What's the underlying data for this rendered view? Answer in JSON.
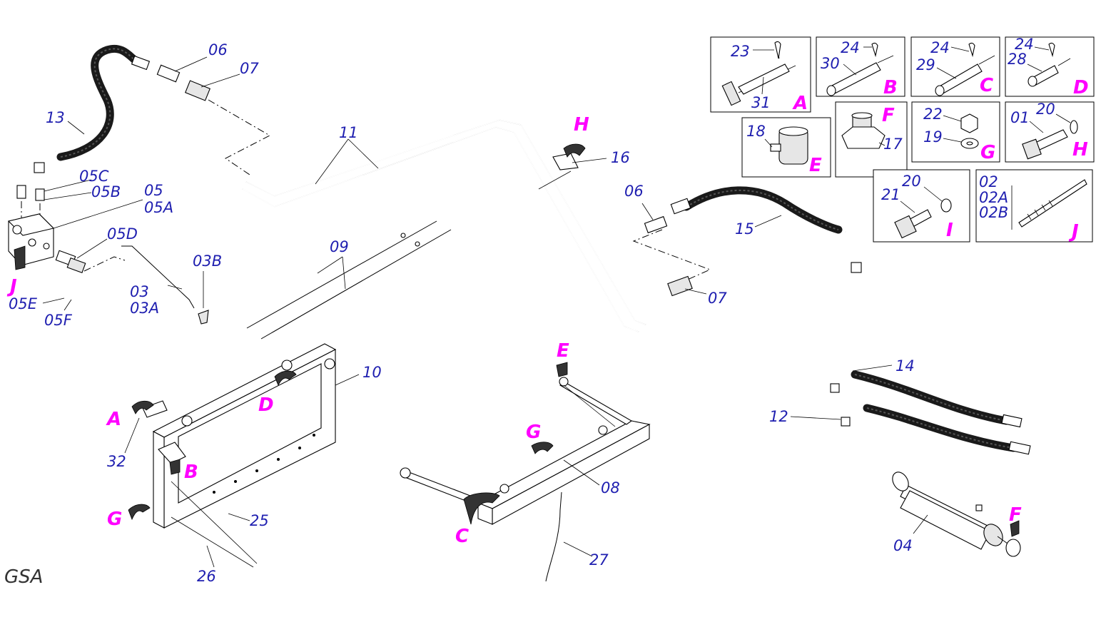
{
  "footer": "GSA",
  "part_numbers": {
    "p01": "01",
    "p02": "02",
    "p02a": "02A",
    "p02b": "02B",
    "p03": "03",
    "p03a": "03A",
    "p03b": "03B",
    "p04": "04",
    "p05": "05",
    "p05a": "05A",
    "p05b": "05B",
    "p05c": "05C",
    "p05d": "05D",
    "p05e": "05E",
    "p05f": "05F",
    "p06a": "06",
    "p06b": "06",
    "p07a": "07",
    "p07b": "07",
    "p08": "08",
    "p09": "09",
    "p10": "10",
    "p11": "11",
    "p12": "12",
    "p13": "13",
    "p14": "14",
    "p15": "15",
    "p16": "16",
    "p17": "17",
    "p18": "18",
    "p19": "19",
    "p20a": "20",
    "p20b": "20",
    "p21": "21",
    "p22": "22",
    "p23": "23",
    "p24a": "24",
    "p24b": "24",
    "p24c": "24",
    "p25": "25",
    "p26": "26",
    "p27": "27",
    "p28": "28",
    "p29": "29",
    "p30": "30",
    "p31": "31",
    "p32": "32"
  },
  "detail_refs": {
    "A_box": "A",
    "B_box": "B",
    "C_box": "C",
    "D_box": "D",
    "E_box": "E",
    "F_box": "F",
    "G_box": "G",
    "H_box": "H",
    "I_box": "I",
    "J_box": "J",
    "A_frame": "A",
    "B_frame": "B",
    "C_arm": "C",
    "D_frame": "D",
    "E_arm": "E",
    "F_cyl": "F",
    "G_frame": "G",
    "G_arm": "G",
    "H_pipe": "H",
    "J_valve": "J"
  },
  "colors": {
    "part_label": "#1f1fb0",
    "detail_ref": "#ff00ff",
    "line": "#000000"
  }
}
